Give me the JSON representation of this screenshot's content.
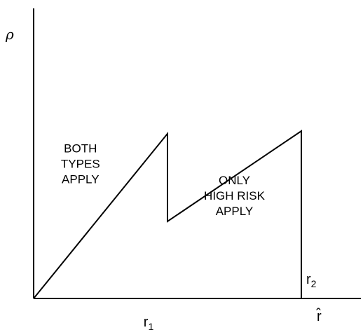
{
  "chart_data": {
    "type": "line",
    "title": "",
    "ylabel": "ρ",
    "xlabel": "r̂",
    "x_ticks": [
      {
        "label": "r",
        "sub": "1",
        "at": "r1"
      },
      {
        "label": "r",
        "sub": "2",
        "at": "r2"
      }
    ],
    "r1": 1.0,
    "r2": 2.0,
    "xlim": [
      0,
      2.2
    ],
    "ylim": [
      0,
      1.1
    ],
    "series": [
      {
        "points": [
          {
            "x": 0.0,
            "y": 0.0
          },
          {
            "x": 1.0,
            "y": 0.62
          },
          {
            "x": 1.0,
            "y": 0.29
          },
          {
            "x": 2.0,
            "y": 0.63
          },
          {
            "x": 2.0,
            "y": 0.0
          }
        ]
      }
    ],
    "annotations": [
      {
        "lines": [
          "BOTH",
          "TYPES",
          "APPLY"
        ],
        "x": 0.35,
        "y": 0.55
      },
      {
        "lines": [
          "ONLY",
          "HIGH RISK",
          "APPLY"
        ],
        "x": 1.5,
        "y": 0.43
      }
    ],
    "grid": false,
    "legend": "none"
  }
}
